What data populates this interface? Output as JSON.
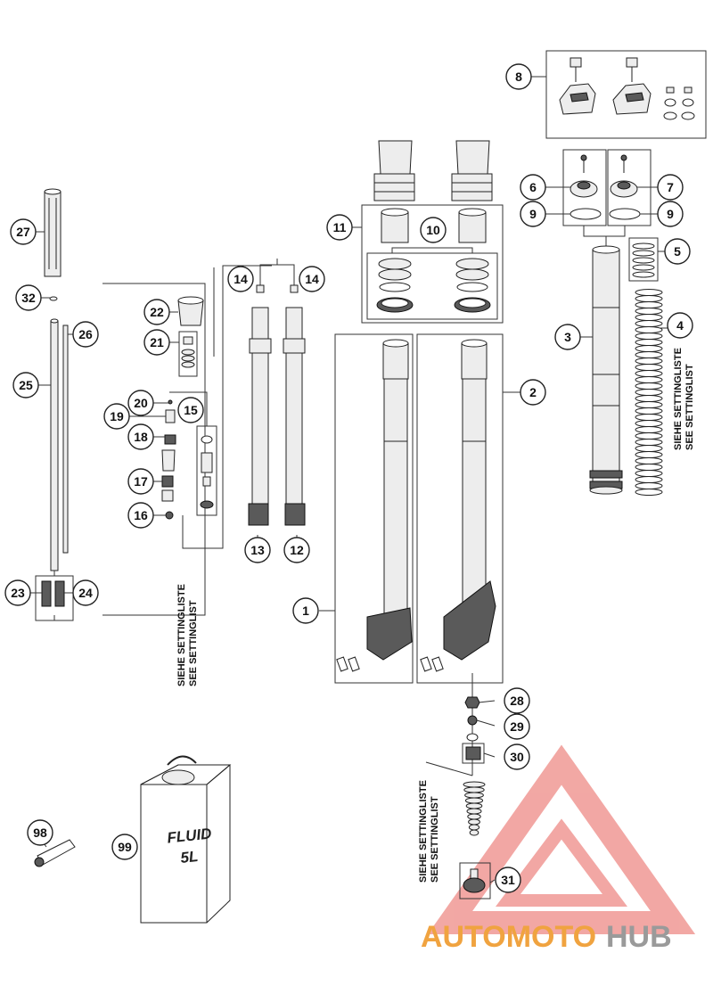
{
  "callouts": {
    "c1": "1",
    "c2": "2",
    "c3": "3",
    "c4": "4",
    "c5": "5",
    "c6": "6",
    "c7": "7",
    "c8": "8",
    "c9a": "9",
    "c9b": "9",
    "c10": "10",
    "c11": "11",
    "c12": "12",
    "c13": "13",
    "c14a": "14",
    "c14b": "14",
    "c15": "15",
    "c16": "16",
    "c17": "17",
    "c18": "18",
    "c19": "19",
    "c20": "20",
    "c21": "21",
    "c22": "22",
    "c23": "23",
    "c24": "24",
    "c25": "25",
    "c26": "26",
    "c27": "27",
    "c28": "28",
    "c29": "29",
    "c30": "30",
    "c31": "31",
    "c32": "32",
    "c98": "98",
    "c99": "99"
  },
  "notes": {
    "setting_de": "SIEHE SETTINGLISTE",
    "setting_en": "SEE SETTINGLIST"
  },
  "fluid_can": {
    "line1": "FLUID",
    "line2": "5L"
  },
  "watermark": {
    "part1": "AUTOMOTO",
    "part2": "HUB",
    "color_triangle": "#e8605a",
    "color_text": "#f0a340",
    "color_hub": "#9a9a9a"
  }
}
